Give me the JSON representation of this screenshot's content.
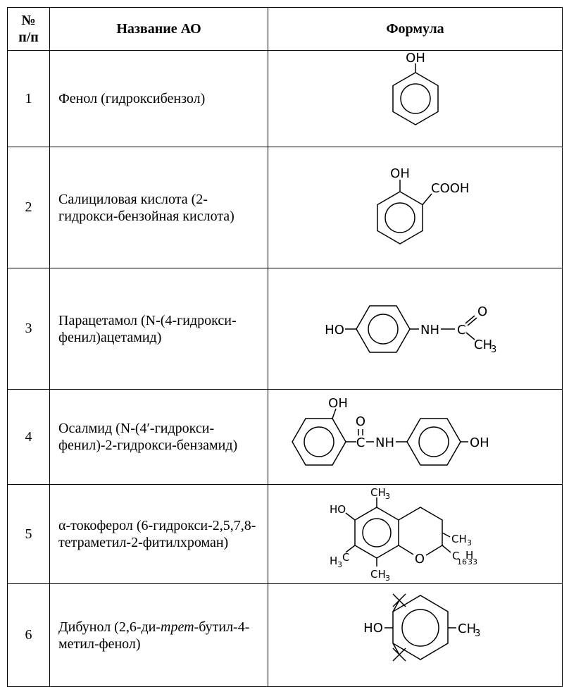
{
  "table": {
    "headers": {
      "num": "№\nп/п",
      "name": "Название АО",
      "formula": "Формула"
    },
    "rows": [
      {
        "num": "1",
        "name": "Фенол (гидроксибензол)",
        "labels": {
          "oh": "OH"
        }
      },
      {
        "num": "2",
        "name": "Салициловая кислота (2-гидрокси-бензойная кислота)",
        "labels": {
          "oh": "OH",
          "cooh": "COOH"
        }
      },
      {
        "num": "3",
        "name": "Парацетамол (N-(4-гидрокси-фенил)ацетамид)",
        "labels": {
          "ho": "HO",
          "nh": "NH",
          "c": "C",
          "o": "O",
          "ch": "CH",
          "sub3": "3"
        }
      },
      {
        "num": "4",
        "name": "Осалмид (N-(4′-гидрокси-фенил)-2-гидрокси-бензамид)",
        "labels": {
          "oh_top": "OH",
          "o": "O",
          "c": "C",
          "nh": "NH",
          "oh_right": "OH"
        }
      },
      {
        "num": "5",
        "name": "α-токоферол (6-гидрокси-2,5,7,8-тетраметил-2-фитилхроман)",
        "labels": {
          "ch_top": "CH",
          "sub_top": "3",
          "ho": "HO",
          "ch_right": "CH",
          "sub_right": "3",
          "h": "H",
          "sub_h": "3",
          "c_left": "C",
          "o": "O",
          "c_chain": "C",
          "sub16": "16",
          "h_chain": "H",
          "sub33": "33",
          "ch_bot": "CH",
          "sub_bot": "3"
        }
      },
      {
        "num": "6",
        "name_prefix": "Дибунол (2,6-ди-",
        "name_italic": "трет",
        "name_suffix": "-бутил-4-метил-фенол)",
        "labels": {
          "ho": "HO",
          "ch": "CH",
          "sub3": "3"
        }
      }
    ]
  }
}
